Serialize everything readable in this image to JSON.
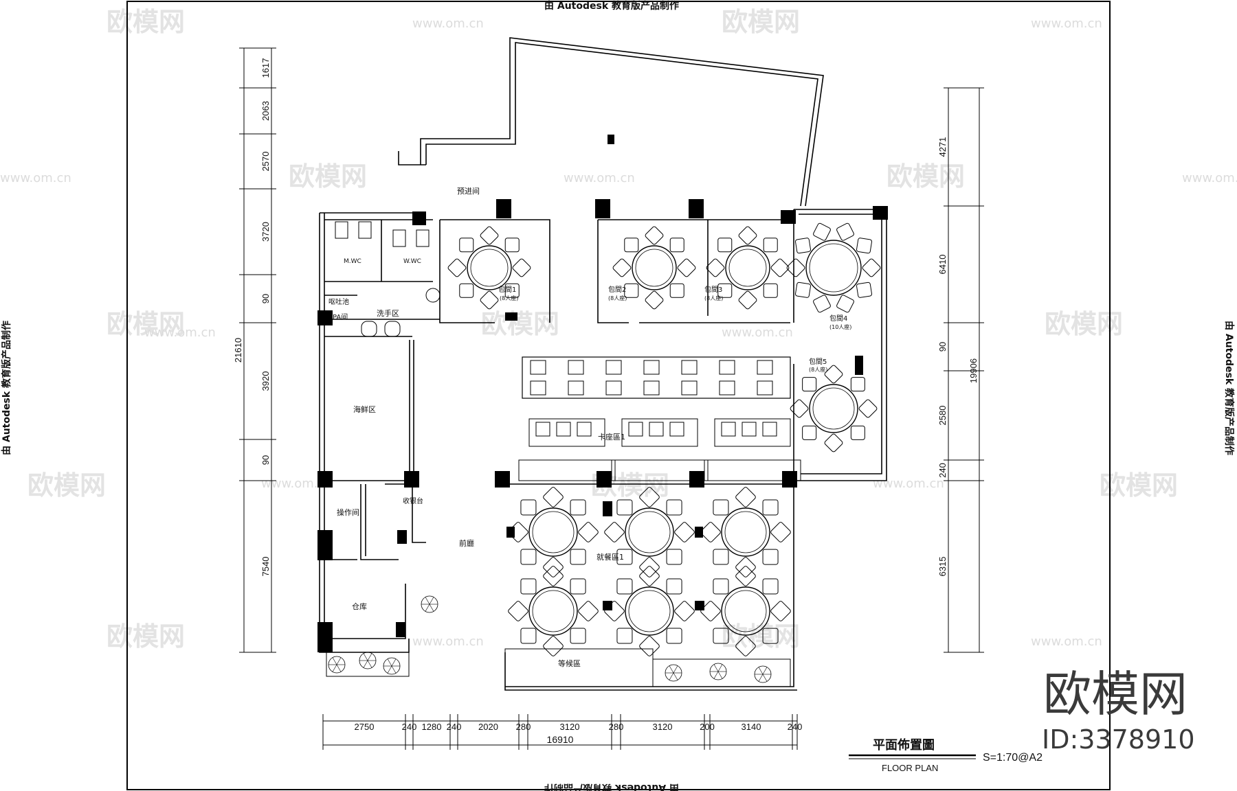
{
  "stamp": "由 Autodesk 教育版产品制作",
  "watermark": {
    "brand": "欧模网",
    "url": "www.om.cn",
    "url_short": "om.cn"
  },
  "rooms": {
    "pre_room": "预进间",
    "mwc": "M.WC",
    "wwc": "W.WC",
    "vomit": "呕吐池",
    "pa": "PA间",
    "wash": "洗手区",
    "pr1": "包間1",
    "pr1_cap": "(8人座)",
    "pr2": "包間2",
    "pr2_cap": "(8人座)",
    "pr3": "包間3",
    "pr3_cap": "(8人座)",
    "pr4": "包間4",
    "pr4_cap": "(10人座)",
    "pr5": "包間5",
    "pr5_cap": "(8人座)",
    "booth": "卡座區1",
    "seafood": "海鲜区",
    "operation": "操作间",
    "cashier": "收银台",
    "lobby": "前廳",
    "dining": "就餐區1",
    "store": "仓库",
    "waiting": "等候區"
  },
  "dims_left": [
    "1617",
    "2063",
    "2570",
    "3720",
    "90",
    "3920",
    "90",
    "7540"
  ],
  "dims_left_total": "21610",
  "dims_right": [
    "4271",
    "6410",
    "90",
    "2580",
    "240",
    "6315"
  ],
  "dims_right_total": "19906",
  "dims_bottom": [
    "2750",
    "240",
    "1280",
    "240",
    "2020",
    "280",
    "3120",
    "280",
    "3120",
    "200",
    "3140",
    "240"
  ],
  "dims_bottom_total": "16910",
  "title_block": {
    "title_cn": "平面佈置圖",
    "title_en": "FLOOR PLAN",
    "scale": "S=1:70@A2"
  },
  "brand_block": {
    "logo": "欧模网",
    "id": "ID:3378910"
  }
}
